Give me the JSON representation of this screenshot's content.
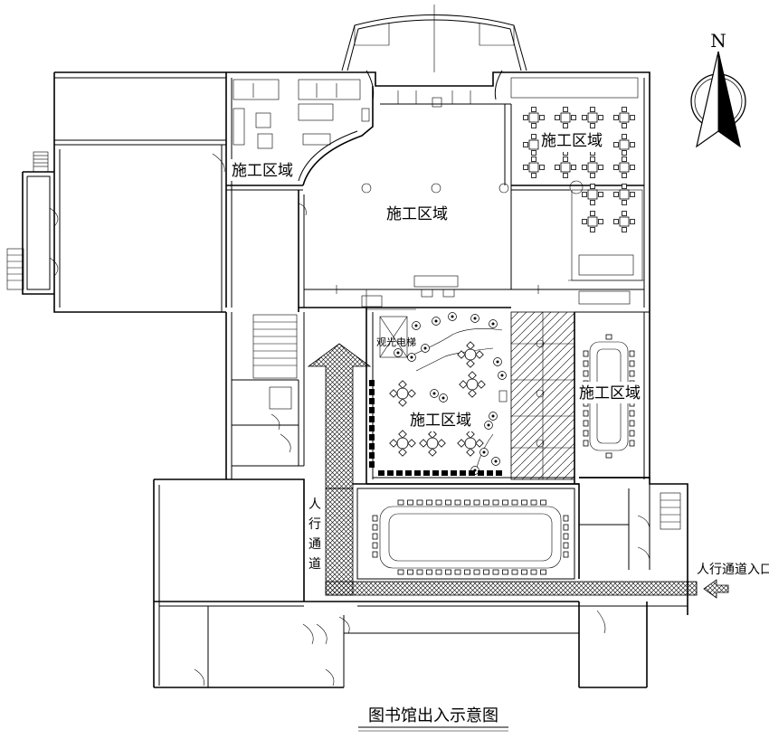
{
  "labels": {
    "zone_nw": "施工区域",
    "zone_center": "施工区域",
    "zone_ne": "施工区域",
    "zone_e": "施工区域",
    "zone_courtyard": "施工区域",
    "elevator": "观光电梯",
    "walkway": [
      "人",
      "行",
      "通",
      "道"
    ],
    "entrance": "人行通道入口",
    "title": "图书馆出入示意图",
    "north": "N"
  }
}
